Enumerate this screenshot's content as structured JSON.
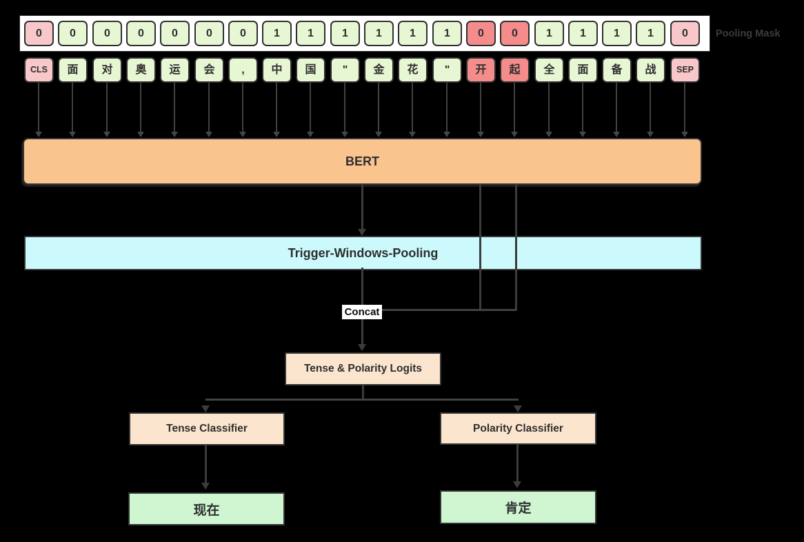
{
  "colors": {
    "background": "#000000",
    "strip": "#ffffff",
    "token_green": "#e7f6d3",
    "special_pink": "#f8c7ca",
    "trigger_red": "#f48c8c",
    "bert_orange": "#fac48e",
    "pooling_cyan": "#ccfafc",
    "peach": "#fce5ce",
    "result_green": "#cff6d1",
    "line": "#3c3c3c"
  },
  "pooling_mask": {
    "label": "Pooling Mask",
    "cells": [
      {
        "value": "0",
        "type": "pink"
      },
      {
        "value": "0",
        "type": "green"
      },
      {
        "value": "0",
        "type": "green"
      },
      {
        "value": "0",
        "type": "green"
      },
      {
        "value": "0",
        "type": "green"
      },
      {
        "value": "0",
        "type": "green"
      },
      {
        "value": "0",
        "type": "green"
      },
      {
        "value": "1",
        "type": "green"
      },
      {
        "value": "1",
        "type": "green"
      },
      {
        "value": "1",
        "type": "green"
      },
      {
        "value": "1",
        "type": "green"
      },
      {
        "value": "1",
        "type": "green"
      },
      {
        "value": "1",
        "type": "green"
      },
      {
        "value": "0",
        "type": "trigger"
      },
      {
        "value": "0",
        "type": "trigger"
      },
      {
        "value": "1",
        "type": "green"
      },
      {
        "value": "1",
        "type": "green"
      },
      {
        "value": "1",
        "type": "green"
      },
      {
        "value": "1",
        "type": "green"
      },
      {
        "value": "0",
        "type": "pink"
      }
    ]
  },
  "tokens": {
    "cells": [
      {
        "text": "CLS",
        "type": "pink",
        "small": true
      },
      {
        "text": "面",
        "type": "green"
      },
      {
        "text": "对",
        "type": "green"
      },
      {
        "text": "奥",
        "type": "green"
      },
      {
        "text": "运",
        "type": "green"
      },
      {
        "text": "会",
        "type": "green"
      },
      {
        "text": ",",
        "type": "green"
      },
      {
        "text": "中",
        "type": "green"
      },
      {
        "text": "国",
        "type": "green"
      },
      {
        "text": "\"",
        "type": "green"
      },
      {
        "text": "金",
        "type": "green"
      },
      {
        "text": "花",
        "type": "green"
      },
      {
        "text": "\"",
        "type": "green"
      },
      {
        "text": "开",
        "type": "trigger"
      },
      {
        "text": "起",
        "type": "trigger"
      },
      {
        "text": "全",
        "type": "green"
      },
      {
        "text": "面",
        "type": "green"
      },
      {
        "text": "备",
        "type": "green"
      },
      {
        "text": "战",
        "type": "green"
      },
      {
        "text": "SEP",
        "type": "pink",
        "small": true
      }
    ]
  },
  "bert": {
    "label": "BERT"
  },
  "pooling": {
    "label": "Trigger-Windows-Pooling"
  },
  "concat": {
    "label": "Concat"
  },
  "logits": {
    "label": "Tense & Polarity Logits"
  },
  "tense": {
    "label": "Tense Classifier",
    "result": "现在"
  },
  "polarity": {
    "label": "Polarity Classifier",
    "result": "肯定"
  }
}
